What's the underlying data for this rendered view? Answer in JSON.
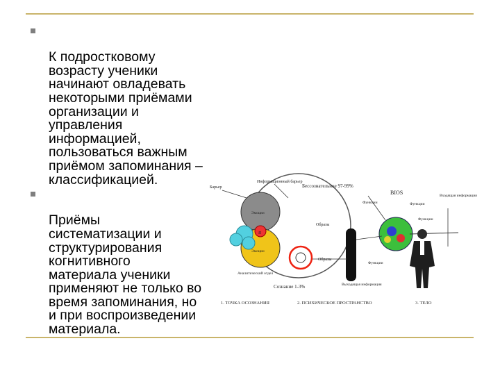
{
  "slide": {
    "bullets": [
      "К подростковому\nвозрасту ученики\nначинают овладевать\nнекоторыми приёмами\nорганизации и\nуправления\nинформацией,\nпользоваться важным\nприёмом запоминания –\nклассификацией.",
      "Приёмы\nсистематизации и\nструктурирования\nкогнитивного\nматериала ученики\nприменяют не только во\nвремя запоминания, но\nи при воспроизведении\nматериала."
    ]
  },
  "figure": {
    "labels": {
      "top_center": "Информационный барьер",
      "top_left": "Барьер",
      "consciousness": "Бессознательное 97-99%",
      "bios": "BIOS",
      "incoming": "Входящая информация",
      "obrazy1": "Образы",
      "obrazy2": "Образы",
      "ya": "Я",
      "conscious": "Сознание 1-3%",
      "analytical": "Аналитический отдел",
      "bottom_out": "Выходящая информация",
      "left_gray": "Эмоции",
      "left_yellow": "Эмоции",
      "right_a": "Функции",
      "right_b": "Функции",
      "right_c": "Функции",
      "right_d": "Функции"
    },
    "footer": {
      "one": "1. ТОЧКА ОСОЗНАНИЯ",
      "two": "2. ПСИХИЧЕСКОЕ ПРОСТРАНСТВО",
      "three": "3. ТЕЛО"
    }
  }
}
